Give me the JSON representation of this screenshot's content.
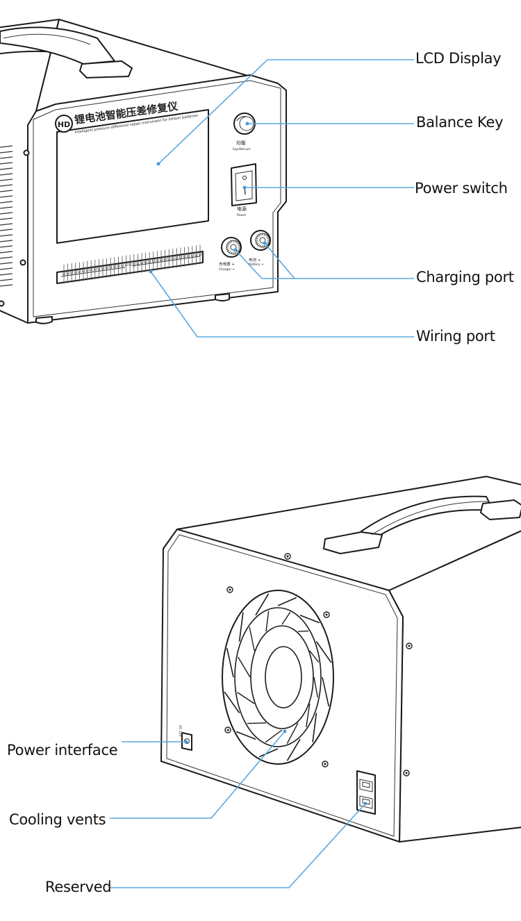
{
  "front_panel": {
    "brand_logo": "HD",
    "title_cn": "锂电池智能压差修复仪",
    "title_en": "Intelligent pressure difference repair instrument for lithium batteries",
    "balance_cn": "均衡",
    "balance_en": "Equilibrium",
    "power_cn": "电源",
    "power_en": "Power",
    "charger_cn": "充电器 +",
    "charger_en": "Charger +",
    "battery_cn": "电池 +",
    "battery_en": "Battery +"
  },
  "rear_panel": {
    "dc_label": "DC 12V"
  },
  "callouts": {
    "lcd_display": "LCD Display",
    "balance_key": "Balance Key",
    "power_switch": "Power switch",
    "charging_port": "Charging port",
    "wiring_port": "Wiring port",
    "power_interface": "Power interface",
    "cooling_vents": "Cooling vents",
    "reserved": "Reserved"
  },
  "colors": {
    "leader_line": "#5aa7df",
    "outline": "#1a1a1a"
  }
}
